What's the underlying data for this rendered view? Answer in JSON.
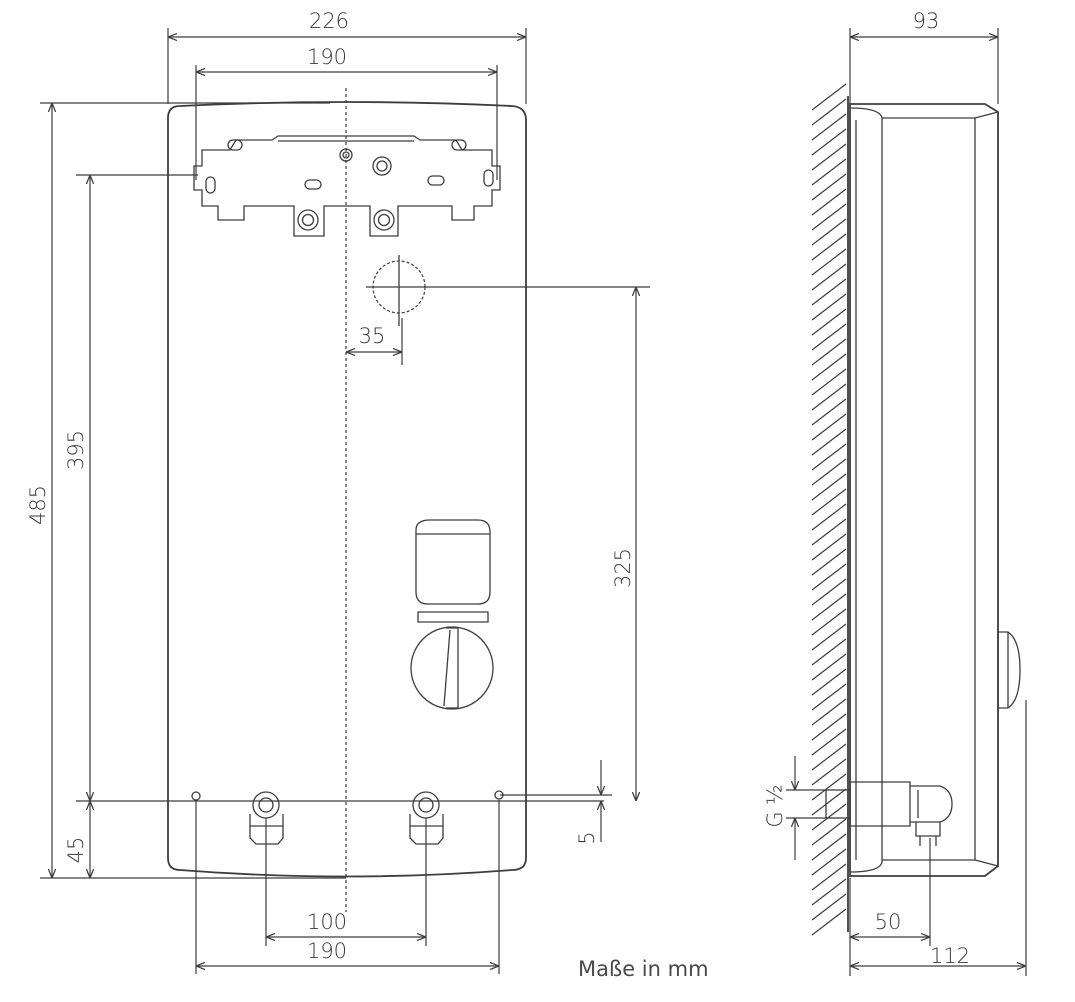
{
  "front_view": {
    "width_overall": "226",
    "width_bracket": "190",
    "height_overall": "485",
    "height_bracket": "395",
    "height_bottom": "45",
    "offset_35": "35",
    "height_325": "325",
    "offset_5": "5",
    "pipe_spacing": "100",
    "mount_spacing": "190"
  },
  "side_view": {
    "depth": "93",
    "thread": "G ½",
    "depth_50": "50",
    "depth_112": "112"
  },
  "unit_note": "Maße in mm"
}
